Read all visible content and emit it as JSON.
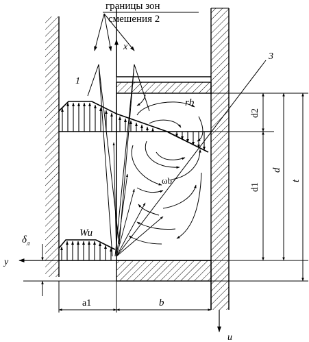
{
  "labels": {
    "title_line1": "границы зон",
    "title_line2": "смешения 2",
    "x_axis": "x",
    "y_axis": "y",
    "u_axis": "u",
    "label_1": "1",
    "label_3": "3",
    "rb": "rb",
    "omega_b": "ωb",
    "wu": "Wu",
    "delta_main": "δ",
    "delta_sub": "л",
    "d2": "d2",
    "d1": "d1",
    "d": "d",
    "t": "t",
    "a1": "a1",
    "b": "b"
  }
}
